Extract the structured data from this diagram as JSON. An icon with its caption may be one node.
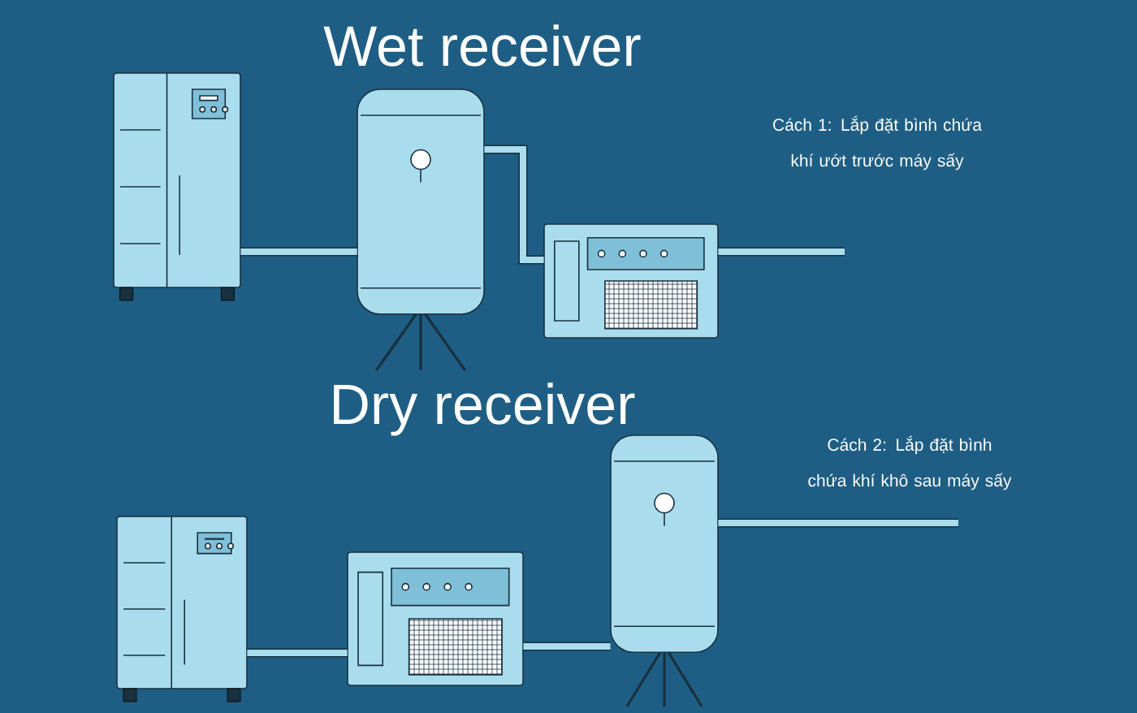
{
  "diagram": {
    "nodes": [
      {
        "text": [],
        "shape": "picture"
      },
      {
        "text": [],
        "shape": "picture"
      },
      {
        "text": [],
        "shape": "picture"
      },
      {
        "text": [],
        "shape": "picture"
      },
      {
        "text": [],
        "shape": "picture"
      },
      {
        "text": [],
        "shape": "picture"
      }
    ],
    "edges": [
      {
        "from": 0,
        "to": 1,
        "arrow": "none"
      },
      {
        "from": 1,
        "to": 2,
        "arrow": "none"
      },
      {
        "from": 3,
        "to": 4,
        "arrow": "none"
      },
      {
        "from": 4,
        "to": 5,
        "arrow": "none"
      }
    ],
    "labels": [
      "Wet receiver",
      "Cách 1: Lắp đặt bình chứa khí ướt trước máy sấy",
      "Dry receiver",
      "Cách 2: Lắp đặt bình chứa khí khô sau máy sấy"
    ]
  }
}
